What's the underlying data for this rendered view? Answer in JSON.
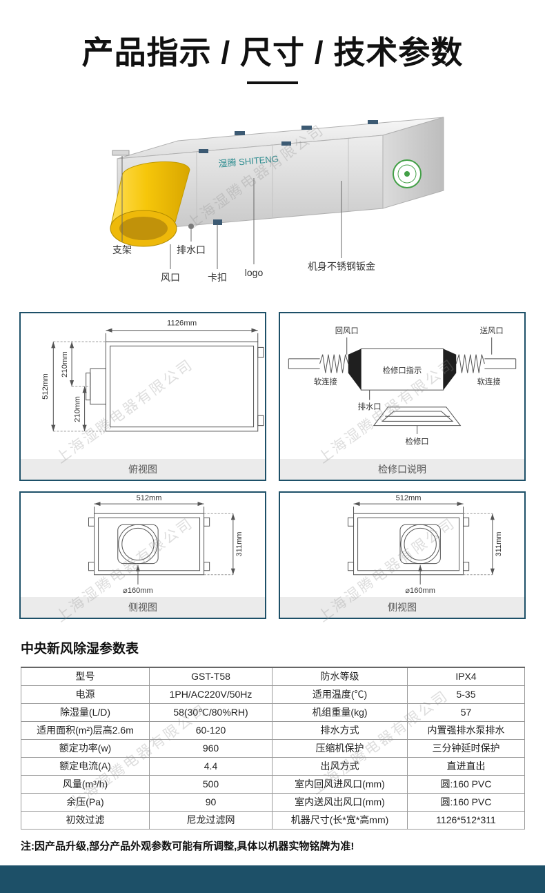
{
  "colors": {
    "accent": "#1d5068",
    "panel_border": "#1d5068",
    "duct_yellow": "#f2c200",
    "eco_green": "#43a047"
  },
  "page": {
    "title": "产品指示 / 尺寸 / 技术参数",
    "watermark": "上海湿腾电器有限公司",
    "note": "注:因产品升级,部分产品外观参数可能有所调整,具体以机器实物铭牌为准!"
  },
  "product": {
    "brand": "湿腾 SHITENG",
    "callouts": [
      "支架",
      "排水口",
      "风口",
      "卡扣",
      "logo",
      "机身不锈钢钣金"
    ]
  },
  "panels": [
    {
      "title": "俯视图",
      "dim_length": "1126mm",
      "dim_width": "512mm",
      "dim_inner1": "210mm",
      "dim_inner2": "210mm"
    },
    {
      "title": "检修口说明",
      "return_port": "回风口",
      "supply_port": "送风口",
      "soft_conn_left": "软连接",
      "soft_conn_right": "软连接",
      "indicator": "检修口指示",
      "drain": "排水口",
      "access": "检修口"
    },
    {
      "title": "侧视图",
      "dim_width": "512mm",
      "dim_height": "311mm",
      "dim_duct": "⌀160mm"
    },
    {
      "title": "侧视图",
      "dim_width": "512mm",
      "dim_height": "311mm",
      "dim_duct": "⌀160mm"
    }
  ],
  "spec_table": {
    "title": "中央新风除湿参数表",
    "rows": [
      [
        "型号",
        "GST-T58",
        "防水等级",
        "IPX4"
      ],
      [
        "电源",
        "1PH/AC220V/50Hz",
        "适用温度(℃)",
        "5-35"
      ],
      [
        "除湿量(L/D)",
        "58(30℃/80%RH)",
        "机组重量(kg)",
        "57"
      ],
      [
        "适用面积(m²)层高2.6m",
        "60-120",
        "排水方式",
        "内置强排水泵排水"
      ],
      [
        "额定功率(w)",
        "960",
        "压缩机保护",
        "三分钟延时保护"
      ],
      [
        "额定电流(A)",
        "4.4",
        "出风方式",
        "直进直出"
      ],
      [
        "风量(m³/h)",
        "500",
        "室内回风进风口(mm)",
        "圆:160 PVC"
      ],
      [
        "余压(Pa)",
        "90",
        "室内送风出风口(mm)",
        "圆:160 PVC"
      ],
      [
        "初效过滤",
        "尼龙过滤网",
        "机器尺寸(长*宽*高mm)",
        "1126*512*311"
      ]
    ]
  }
}
